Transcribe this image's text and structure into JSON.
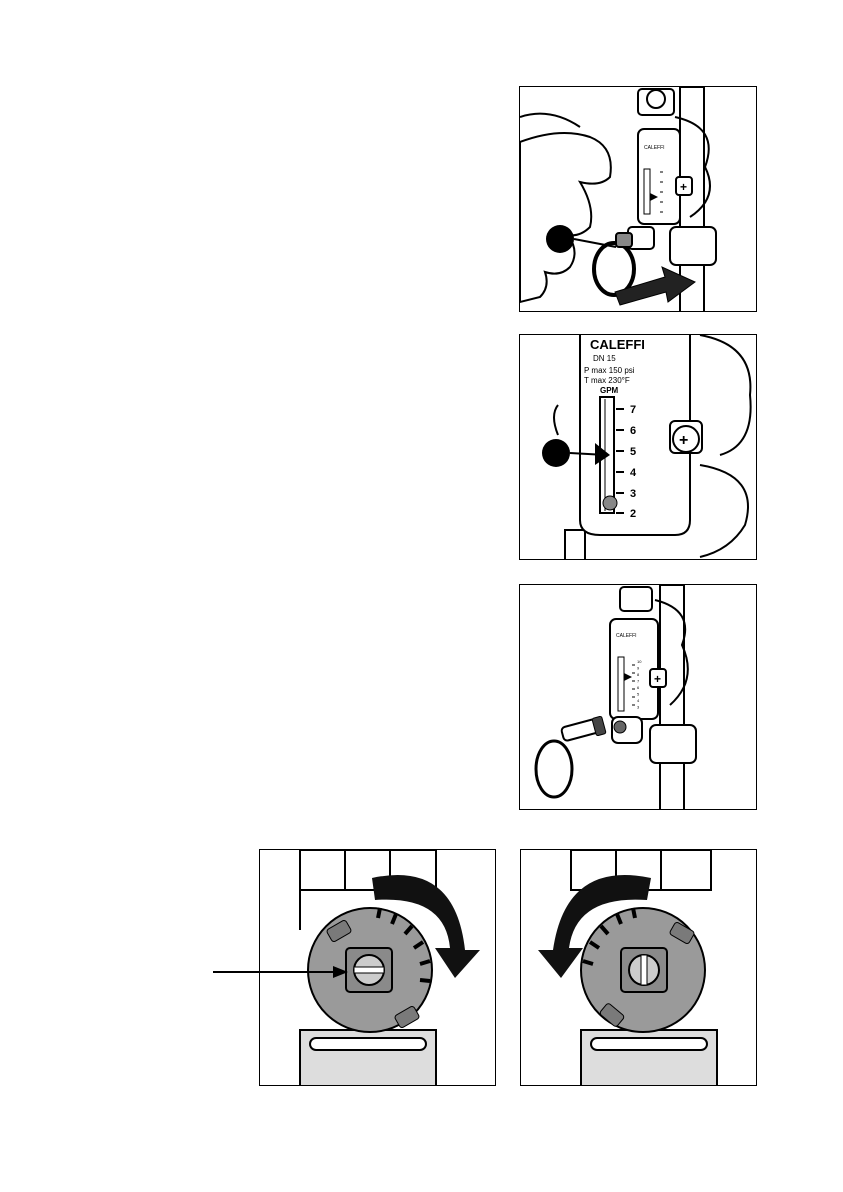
{
  "colors": {
    "ink": "#000000",
    "paper": "#ffffff",
    "dial_gray": "#9a9a9a",
    "tab_gray": "#7a7a7a"
  },
  "flowmeter": {
    "brand": "CALEFFI",
    "size": "DN 15",
    "pressure": "P max 150 psi",
    "temperature": "T max 230°F",
    "unit": "GPM",
    "scale_large": [
      "7",
      "6",
      "5",
      "4",
      "3",
      "2"
    ],
    "scale_small": [
      "10",
      "9",
      "8",
      "7",
      "6",
      "5",
      "4",
      "3"
    ]
  },
  "icons": [
    "hand-icon",
    "pull-ring-icon",
    "push-arrow-icon",
    "callout-dot-icon",
    "rotate-clockwise-arrow-icon",
    "rotate-counterclockwise-arrow-icon",
    "valve-dial-icon",
    "slot-screw-icon"
  ]
}
